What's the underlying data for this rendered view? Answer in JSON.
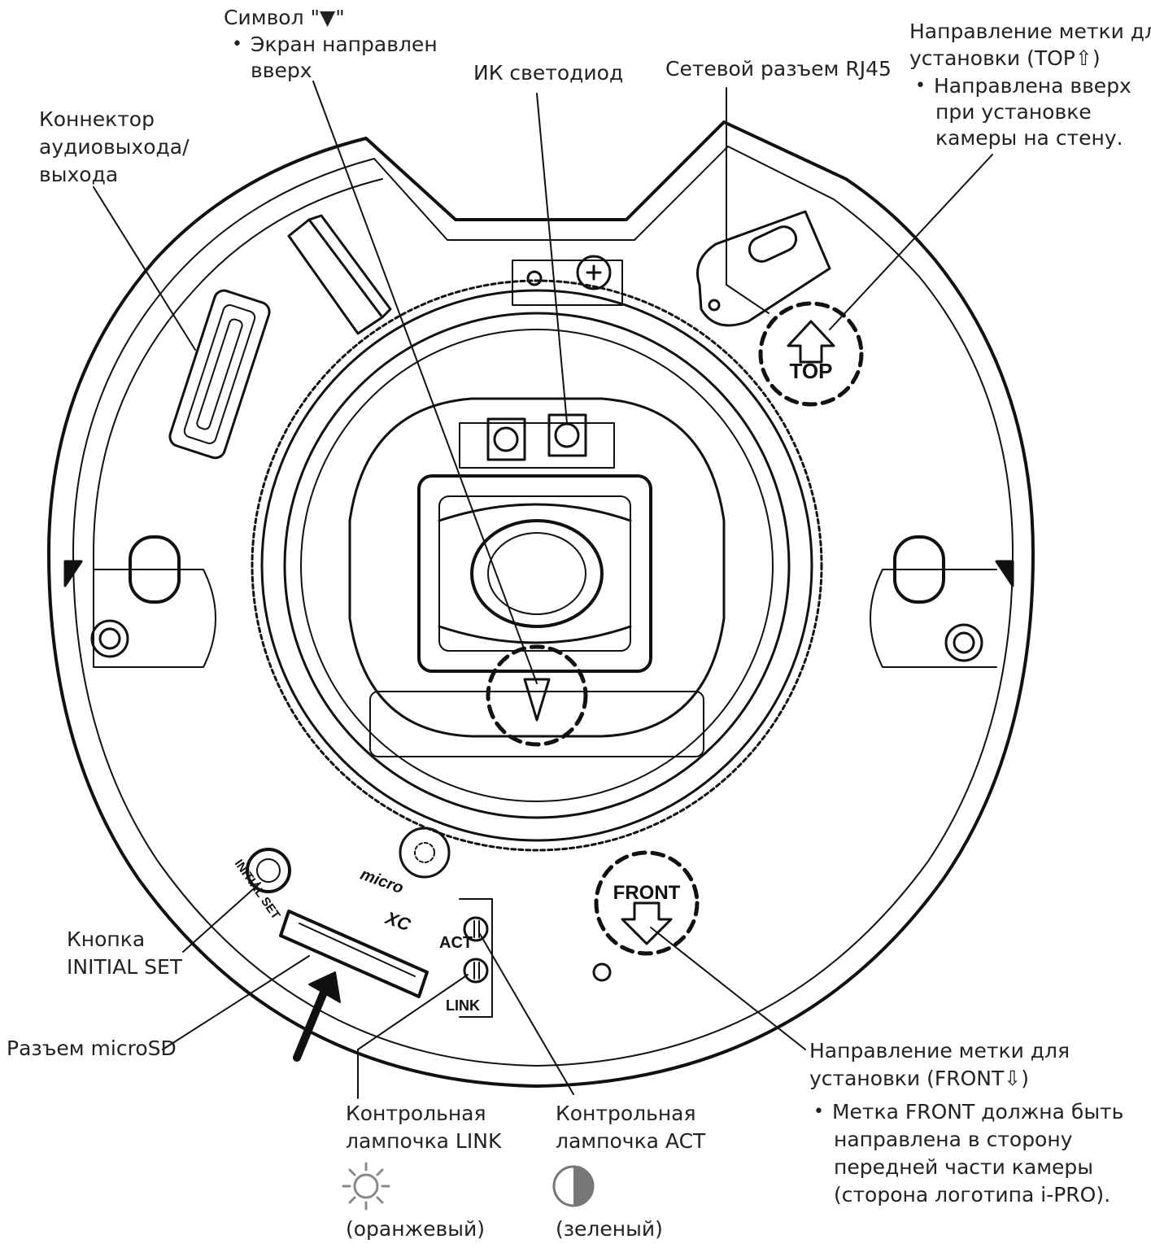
{
  "labels": {
    "symbol": {
      "title": "Символ \"▼\"",
      "bullet": "Экран направлен",
      "bullet2": "вверх"
    },
    "ir_led": "ИК светодиод",
    "rj45": "Сетевой разъем RJ45",
    "top_mark": {
      "line1": "Направление метки для",
      "line2": "установки (TOP⇧)",
      "bullet1": "Направлена вверх",
      "bullet2": "при установке",
      "bullet3": "камеры на стену."
    },
    "audio": {
      "line1": "Коннектор",
      "line2": "аудиовыхода/",
      "line3": "выхода"
    },
    "initial_set": {
      "line1": "Кнопка",
      "line2": "INITIAL SET"
    },
    "microsd": "Разъем microSD",
    "link_lamp": {
      "line1": "Контрольная",
      "line2": "лампочка LINK",
      "color": "(оранжевый)"
    },
    "act_lamp": {
      "line1": "Контрольная",
      "line2": "лампочка ACT",
      "color": "(зеленый)"
    },
    "front_mark": {
      "line1": "Направление метки для",
      "line2": "установки (FRONT⇩)",
      "bullet1": "Метка FRONT должна быть",
      "bullet2": "направлена в сторону",
      "bullet3": "передней части камеры",
      "bullet4": "(сторона логотипа i-PRO)."
    }
  },
  "device_markings": {
    "top": "TOP",
    "front": "FRONT",
    "act": "ACT",
    "link": "LINK",
    "initial_set": "INITIAL SET",
    "micro": "micro",
    "xc": "XC"
  },
  "icons": {
    "link_icon": "sun-icon",
    "act_icon": "half-circle-icon"
  }
}
